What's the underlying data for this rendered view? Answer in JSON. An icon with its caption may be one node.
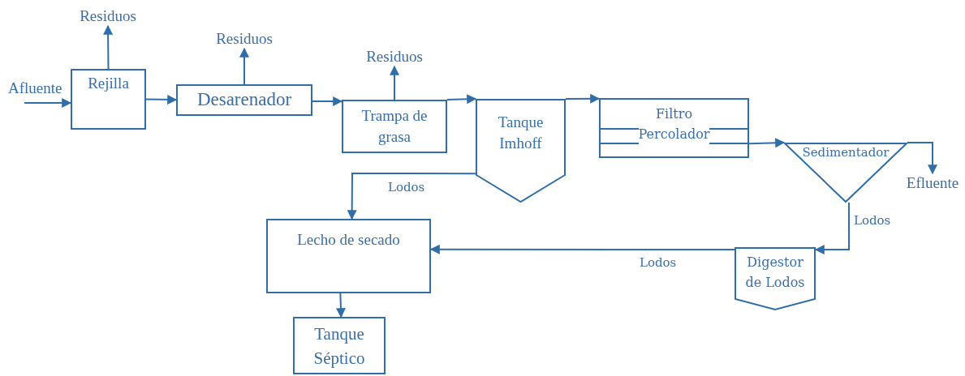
{
  "diagram": {
    "nodes": [
      {
        "text": [
          "Residuos"
        ]
      },
      {
        "text": [
          "Rejilla"
        ]
      },
      {
        "text": [
          "Residuos"
        ]
      },
      {
        "text": [
          "Desarenador"
        ]
      },
      {
        "text": [
          "Residuos"
        ]
      },
      {
        "text": [
          "Trampa de grasa"
        ]
      },
      {
        "text": [
          "Tanque Imhoff"
        ]
      },
      {
        "text": [
          "Filtro Percolador"
        ]
      },
      {
        "text": [
          "Sedimentador"
        ]
      },
      {
        "text": [
          "Efluente"
        ]
      },
      {
        "text": [
          "Lecho de secado"
        ]
      },
      {
        "text": [
          "Digestor de Lodos"
        ]
      },
      {
        "text": [
          "Tanque Séptico"
        ]
      }
    ],
    "edges": [
      {
        "from": null,
        "to": 1,
        "arrow": "to",
        "label": "Afluente"
      },
      {
        "from": 1,
        "to": 0,
        "arrow": "to"
      },
      {
        "from": 1,
        "to": 3,
        "arrow": "to"
      },
      {
        "from": 3,
        "to": 2,
        "arrow": "to"
      },
      {
        "from": 3,
        "to": 5,
        "arrow": "to"
      },
      {
        "from": 5,
        "to": 4,
        "arrow": "to"
      },
      {
        "from": 5,
        "to": 6,
        "arrow": "to"
      },
      {
        "from": 6,
        "to": 7,
        "arrow": "to"
      },
      {
        "from": 7,
        "to": 8,
        "arrow": "to"
      },
      {
        "from": 8,
        "to": 9,
        "arrow": "to"
      },
      {
        "from": 6,
        "to": 10,
        "arrow": "to",
        "label": "Lodos"
      },
      {
        "from": 8,
        "to": 11,
        "arrow": "to",
        "label": "Lodos"
      },
      {
        "from": 11,
        "to": 10,
        "arrow": "to",
        "label": "Lodos"
      },
      {
        "from": 10,
        "to": 12,
        "arrow": "to"
      }
    ]
  }
}
